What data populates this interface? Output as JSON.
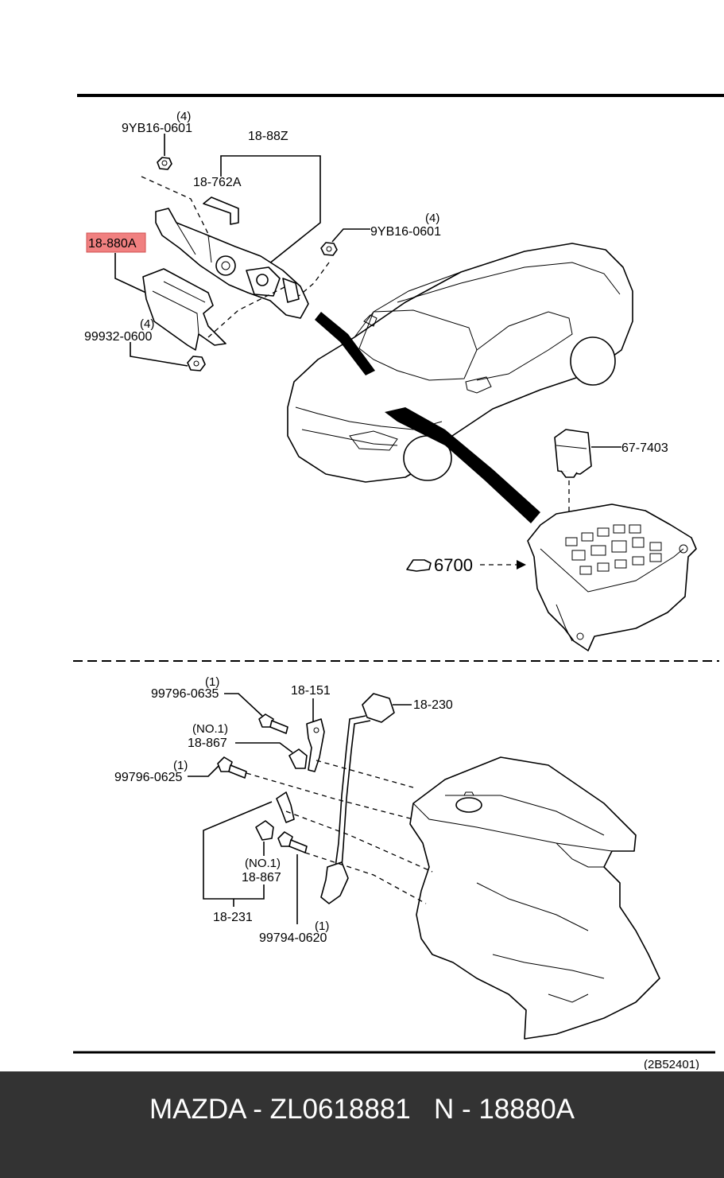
{
  "diagram": {
    "top_section": {
      "labels": {
        "nut_top_qty": "(4)",
        "nut_top": "9YB16-0601",
        "bracket_group": "18-88Z",
        "clip": "18-762A",
        "module_highlighted": "18-880A",
        "nut_right_qty": "(4)",
        "nut_right": "9YB16-0601",
        "nut_bottom_qty": "(4)",
        "nut_bottom": "99932-0600",
        "relay": "67-7403",
        "fuse_box_ref": "6700"
      },
      "highlight_color": "#f08080"
    },
    "bottom_section": {
      "labels": {
        "bolt1_qty": "(1)",
        "bolt1": "99796-0635",
        "bracket1": "18-151",
        "sensor": "18-230",
        "clamp1_note": "(NO.1)",
        "clamp1": "18-867",
        "bolt2_qty": "(1)",
        "bolt2": "99796-0625",
        "clamp2_note": "(NO.1)",
        "clamp2": "18-867",
        "harness": "18-231",
        "bolt3_qty": "(1)",
        "bolt3": "99794-0620"
      }
    },
    "figure_code": "(2B52401)"
  },
  "footer": {
    "text": "MAZDA - ZL0618881   N - 18880A",
    "background": "#333333"
  }
}
